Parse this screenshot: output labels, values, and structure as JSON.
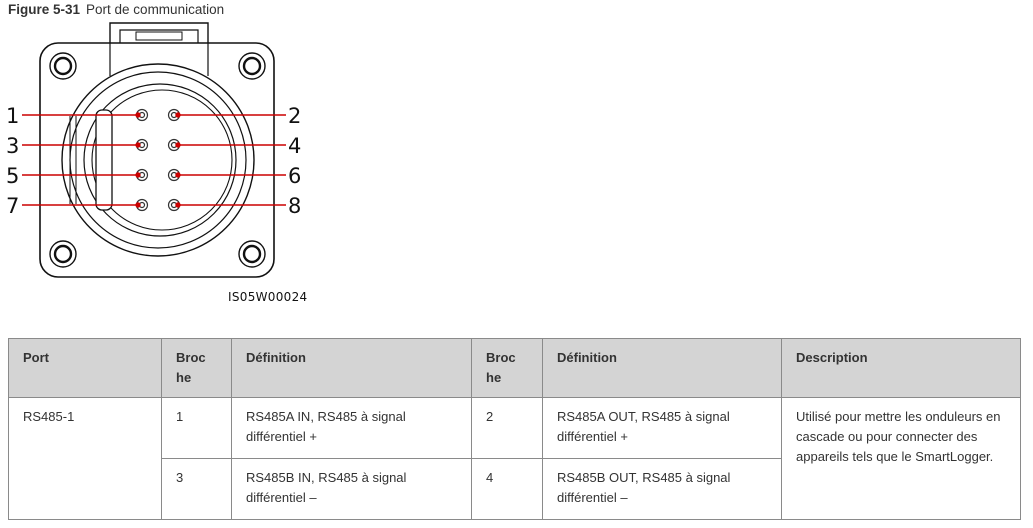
{
  "figure": {
    "number": "Figure 5-31",
    "title": "Port de communication",
    "image_id": "IS05W00024",
    "pin_labels": [
      "1",
      "2",
      "3",
      "4",
      "5",
      "6",
      "7",
      "8"
    ]
  },
  "table": {
    "headers": {
      "port": "Port",
      "pin_a": "Broc he",
      "def_a": "Définition",
      "pin_b": "Broc he",
      "def_b": "Définition",
      "description": "Description"
    },
    "rows": [
      {
        "port": "RS485-1",
        "pin_a": "1",
        "def_a": "RS485A IN, RS485 à signal différentiel +",
        "pin_b": "2",
        "def_b": "RS485A OUT, RS485 à signal différentiel +",
        "description": "Utilisé pour mettre les onduleurs en cascade ou pour connecter des appareils tels que le SmartLogger."
      },
      {
        "pin_a": "3",
        "def_a": "RS485B IN, RS485 à signal différentiel –",
        "pin_b": "4",
        "def_b": "RS485B OUT, RS485 à signal différentiel –"
      }
    ]
  },
  "colors": {
    "leader_line": "#cc0000",
    "header_bg": "#d4d4d4"
  }
}
